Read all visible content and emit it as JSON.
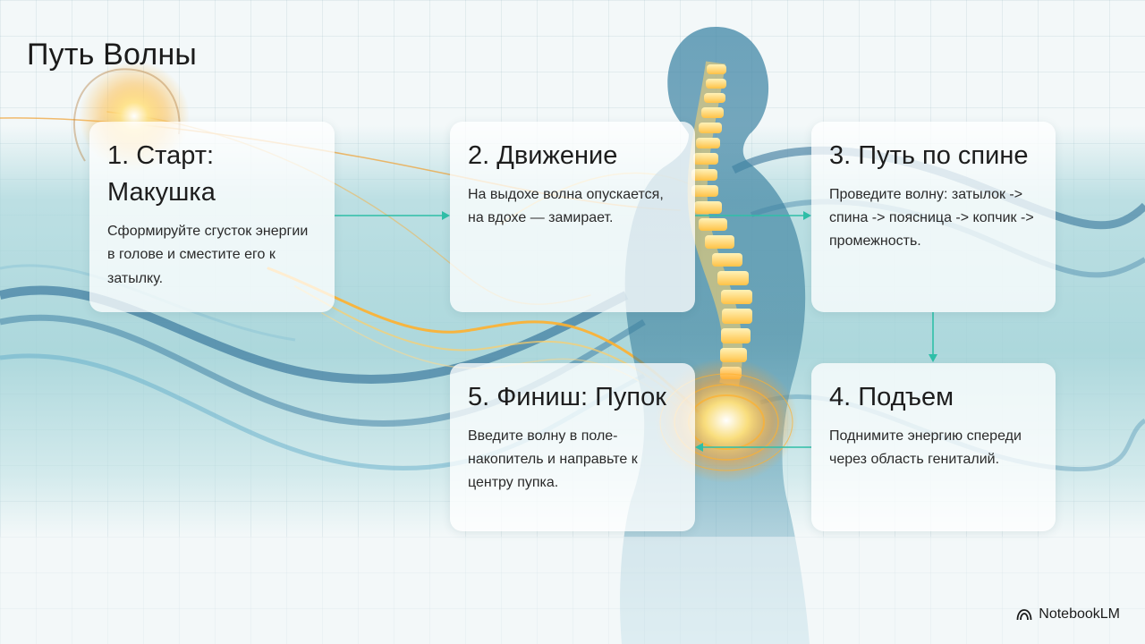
{
  "title": "Путь Волны",
  "steps": [
    {
      "title": "1. Старт: Макушка",
      "text": "Сформируйте сгусток энергии в голове и сместите его к затылку."
    },
    {
      "title": "2. Движение",
      "text": "На выдохе волна опускается, на вдохе — замирает."
    },
    {
      "title": "3. Путь по спине",
      "text": "Проведите волну: затылок -> спина -> поясница -> копчик -> промежность."
    },
    {
      "title": "4. Подъем",
      "text": "Поднимите энергию спереди через область гениталий."
    },
    {
      "title": "5. Финиш: Пупок",
      "text": "Введите волну в поле-накопитель и направьте к центру пупка."
    }
  ],
  "brand": {
    "name": "NotebookLM",
    "icon": "notebooklm-logo-icon"
  },
  "colors": {
    "arrow": "#2fbfa8",
    "glow": "#ffc54a",
    "wave_dark": "#1c5f8c",
    "wave_light": "#5aa8c8"
  }
}
